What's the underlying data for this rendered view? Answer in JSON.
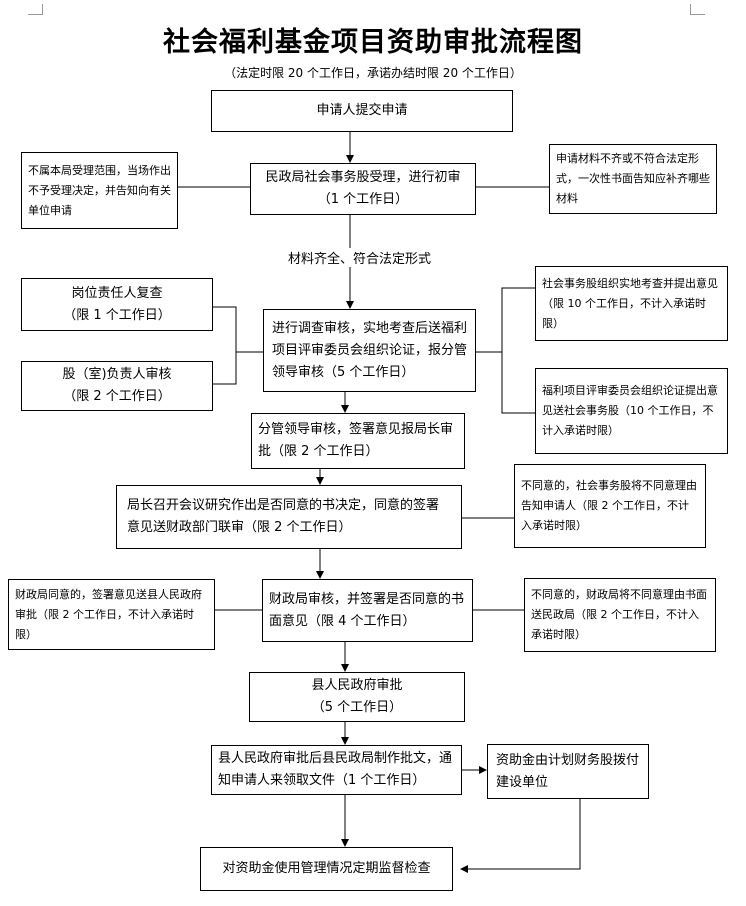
{
  "title": "社会福利基金项目资助审批流程图",
  "subtitle": "（法定时限 20 个工作日，承诺办结时限 20 个工作日）",
  "nodes": {
    "submit": "申请人提交申请",
    "accept": "民政局社会事务股受理，进行初审\n（1 个工作日）",
    "reject_scope": "不属本局受理范围，当场作出不予受理决定，并告知向有关单位申请",
    "incomplete": "申请材料不齐或不符合法定形式，一次性书面告知应补齐哪些材料",
    "condition": "材料齐全、符合法定形式",
    "recheck": "岗位责任人复查\n（限 1 个工作日）",
    "section_review": "股（室)负责人审核\n（限 2 个工作日）",
    "investigate": "进行调查审核，实地考查后送福利项目评审委员会组织论证，报分管领导审核（5 个工作日）",
    "field_opinion": "社会事务股组织实地考查并提出意见（限 10 个工作日，不计入承诺时限）",
    "committee_opinion": "福利项目评审委员会组织论证提出意见送社会事务股（10 个工作日，不计入承诺时限）",
    "leader_review": "分管领导审核，签署意见报局长审批（限 2 个工作日）",
    "director_meeting": "局长召开会议研究作出是否同意的书决定，同意的签署意见送财政部门联审（限 2 个工作日）",
    "disagree_notify": "不同意的，社会事务股将不同意理由告知申请人（限 2 个工作日，不计入承诺时限）",
    "finance_agree": "财政局同意的，签署意见送县人民政府审批（限 2 个工作日，不计入承诺时限）",
    "finance_review": "财政局审核，并签署是否同意的书面意见（限 4 个工作日）",
    "finance_disagree": "不同意的，财政局将不同意理由书面送民政局（限 2 个工作日，不计入承诺时限）",
    "county_approve": "县人民政府审批\n（5 个工作日）",
    "notify_collect": "县人民政府审批后县民政局制作批文，通知申请人来领取文件（1 个工作日）",
    "allocate": "资助金由计划财务股拨付建设单位",
    "supervise": "对资助金使用管理情况定期监督检查"
  }
}
